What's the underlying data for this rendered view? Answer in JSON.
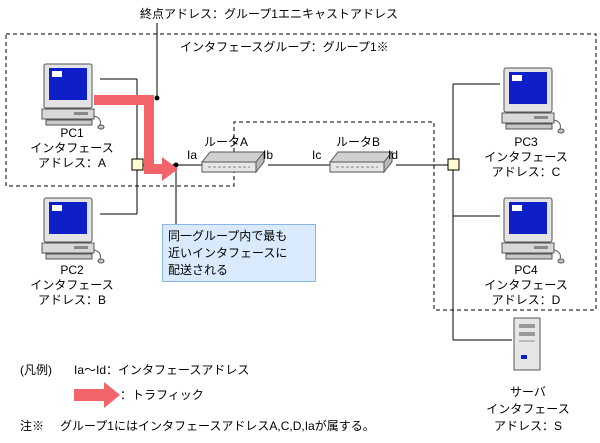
{
  "title_endpoint": "終点アドレス：グループ1エニキャストアドレス",
  "group_label": "インタフェースグループ：グループ1※",
  "routers": {
    "a": {
      "name": "ルータA"
    },
    "b": {
      "name": "ルータB"
    }
  },
  "ports": {
    "ia": "Ia",
    "ib": "Ib",
    "ic": "Ic",
    "id": "Id"
  },
  "hosts": {
    "pc1": {
      "name": "PC1",
      "line1": "インタフェース",
      "line2": "アドレス：A"
    },
    "pc2": {
      "name": "PC2",
      "line1": "インタフェース",
      "line2": "アドレス：B"
    },
    "pc3": {
      "name": "PC3",
      "line1": "インタフェース",
      "line2": "アドレス：C"
    },
    "pc4": {
      "name": "PC4",
      "line1": "インタフェース",
      "line2": "アドレス：D"
    },
    "server": {
      "name": "サーバ",
      "line1": "インタフェース",
      "line2": "アドレス：S"
    }
  },
  "callout": "同一グループ内で最も\n近いインタフェースに\n配送される",
  "legend": {
    "heading": "(凡例)",
    "ports": "Ia～Id：インタフェースアドレス",
    "traffic": "：トラフィック"
  },
  "footnote": {
    "mark": "注※",
    "text": "グループ1にはインタフェースアドレスA,C,D,Iaが属する。"
  },
  "colors": {
    "traffic_arrow": "#f2646a",
    "screen": "#0f1fc8",
    "hub": "#fffad0",
    "callout_fill": "#d8eafb"
  }
}
